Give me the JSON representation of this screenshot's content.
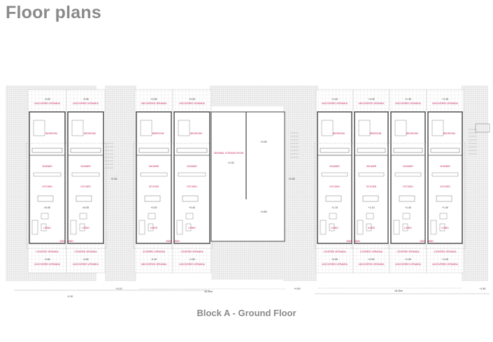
{
  "header": {
    "title": "Floor plans"
  },
  "caption": "Block A - Ground Floor",
  "colors": {
    "title": "#8a8a8a",
    "room_label": "#c2185b",
    "walls": "#444444",
    "hatch": "#d9d9d9"
  },
  "room_labels": {
    "bedroom": "BEDROOM",
    "shower": "SHOWER",
    "kitchen": "KITCHEN",
    "living": "LIVING",
    "covered_veranda": "COVERED VERANDA",
    "uncovered_veranda": "UNCOVERED VERANDA",
    "door_tag": "AWN",
    "storage": "GENERAL STORAGE ROOM"
  },
  "units": [
    {
      "top_level": "-0.05",
      "floor_level": "±0.05",
      "bottom_level": "-0.50"
    },
    {
      "top_level": "-0.05",
      "floor_level": "±0.05",
      "bottom_level": "-0.50"
    },
    {
      "top_level": "+0.35",
      "floor_level": "+0.40",
      "bottom_level": "-0.10"
    },
    {
      "top_level": "+0.05",
      "floor_level": "+0.40",
      "bottom_level": "-0.35"
    },
    {
      "top_level": "+1.00",
      "floor_level": "+1.10",
      "bottom_level": "+0.90"
    },
    {
      "top_level": "+1.05",
      "floor_level": "+1.10",
      "bottom_level": "+0.90"
    },
    {
      "top_level": "+1.35",
      "floor_level": "+1.40",
      "bottom_level": "+1.00"
    },
    {
      "top_level": "+1.35",
      "floor_level": "+1.40",
      "bottom_level": "+1.00"
    }
  ],
  "site_levels": {
    "stair_left": "+0.30",
    "storage_floor": "+1.05",
    "open_area_top": "+0.95",
    "open_area_bottom": "+0.85",
    "stair_right": "+0.95",
    "ground_left": "-0.10",
    "ground_mid": "+0.10",
    "ground_right": "+0.90",
    "ground_far_right": "+1.80"
  },
  "dimensions": {
    "left": "16.30m",
    "right": "16.30m"
  }
}
